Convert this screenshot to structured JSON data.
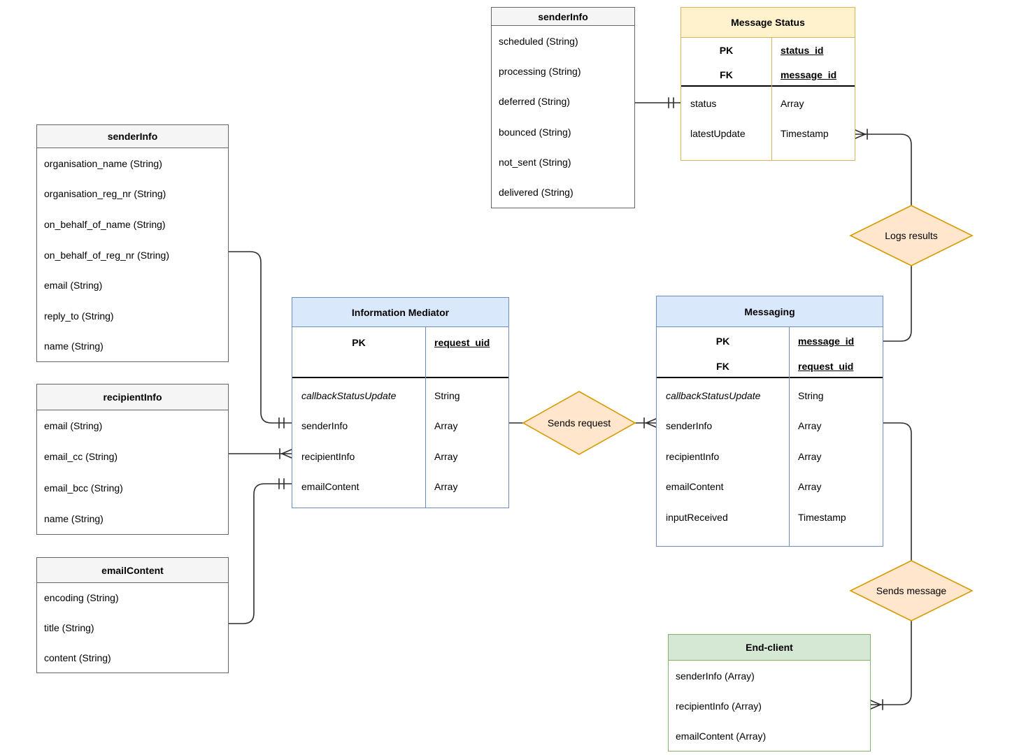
{
  "colors": {
    "gray_header": "#F5F5F5",
    "gray_border": "#666666",
    "yellow_header": "#FFF2CC",
    "yellow_border": "#D6B656",
    "blue_header": "#DAE8FC",
    "blue_border": "#6C8EBF",
    "green_header": "#D5E8D4",
    "green_border": "#82B366",
    "diamond_fill": "#FFE6CC",
    "diamond_border": "#D79B00",
    "connector": "#2D2D2D"
  },
  "entities": {
    "status_info": {
      "title": "senderInfo",
      "rows": [
        "scheduled (String)",
        "processing (String)",
        "deferred (String)",
        "bounced (String)",
        "not_sent (String)",
        "delivered (String)"
      ]
    },
    "message_status": {
      "title": "Message Status",
      "keys": [
        {
          "key": "PK",
          "value": "status_id"
        },
        {
          "key": "FK",
          "value": "message_id"
        }
      ],
      "fields": [
        {
          "name": "status",
          "type": "Array"
        },
        {
          "name": "latestUpdate",
          "type": "Timestamp"
        }
      ]
    },
    "sender_info": {
      "title": "senderInfo",
      "rows": [
        "organisation_name (String)",
        "organisation_reg_nr (String)",
        "on_behalf_of_name (String)",
        "on_behalf_of_reg_nr (String)",
        "email (String)",
        "reply_to (String)",
        "name (String)"
      ]
    },
    "recipient_info": {
      "title": "recipientInfo",
      "rows": [
        "email (String)",
        "email_cc (String)",
        "email_bcc (String)",
        "name (String)"
      ]
    },
    "email_content": {
      "title": "emailContent",
      "rows": [
        "encoding (String)",
        "title (String)",
        "content (String)"
      ]
    },
    "information_mediator": {
      "title": "Information Mediator",
      "keys": [
        {
          "key": "PK",
          "value": "request_uid"
        }
      ],
      "fields": [
        {
          "name": "callbackStatusUpdate",
          "type": "String"
        },
        {
          "name": "senderInfo",
          "type": "Array"
        },
        {
          "name": "recipientInfo",
          "type": "Array"
        },
        {
          "name": "emailContent",
          "type": "Array"
        }
      ]
    },
    "messaging": {
      "title": "Messaging",
      "keys": [
        {
          "key": "PK",
          "value": "message_id"
        },
        {
          "key": "FK",
          "value": "request_uid"
        }
      ],
      "fields": [
        {
          "name": "callbackStatusUpdate",
          "type": "String"
        },
        {
          "name": "senderInfo",
          "type": "Array"
        },
        {
          "name": "recipientInfo",
          "type": "Array"
        },
        {
          "name": "emailContent",
          "type": "Array"
        },
        {
          "name": "inputReceived",
          "type": "Timestamp"
        }
      ]
    },
    "end_client": {
      "title": "End-client",
      "rows": [
        "senderInfo (Array)",
        "recipientInfo (Array)",
        "emailContent (Array)"
      ]
    }
  },
  "relationships": {
    "logs_results": {
      "label": "Logs results"
    },
    "sends_request": {
      "label": "Sends request"
    },
    "sends_message": {
      "label": "Sends message"
    }
  }
}
